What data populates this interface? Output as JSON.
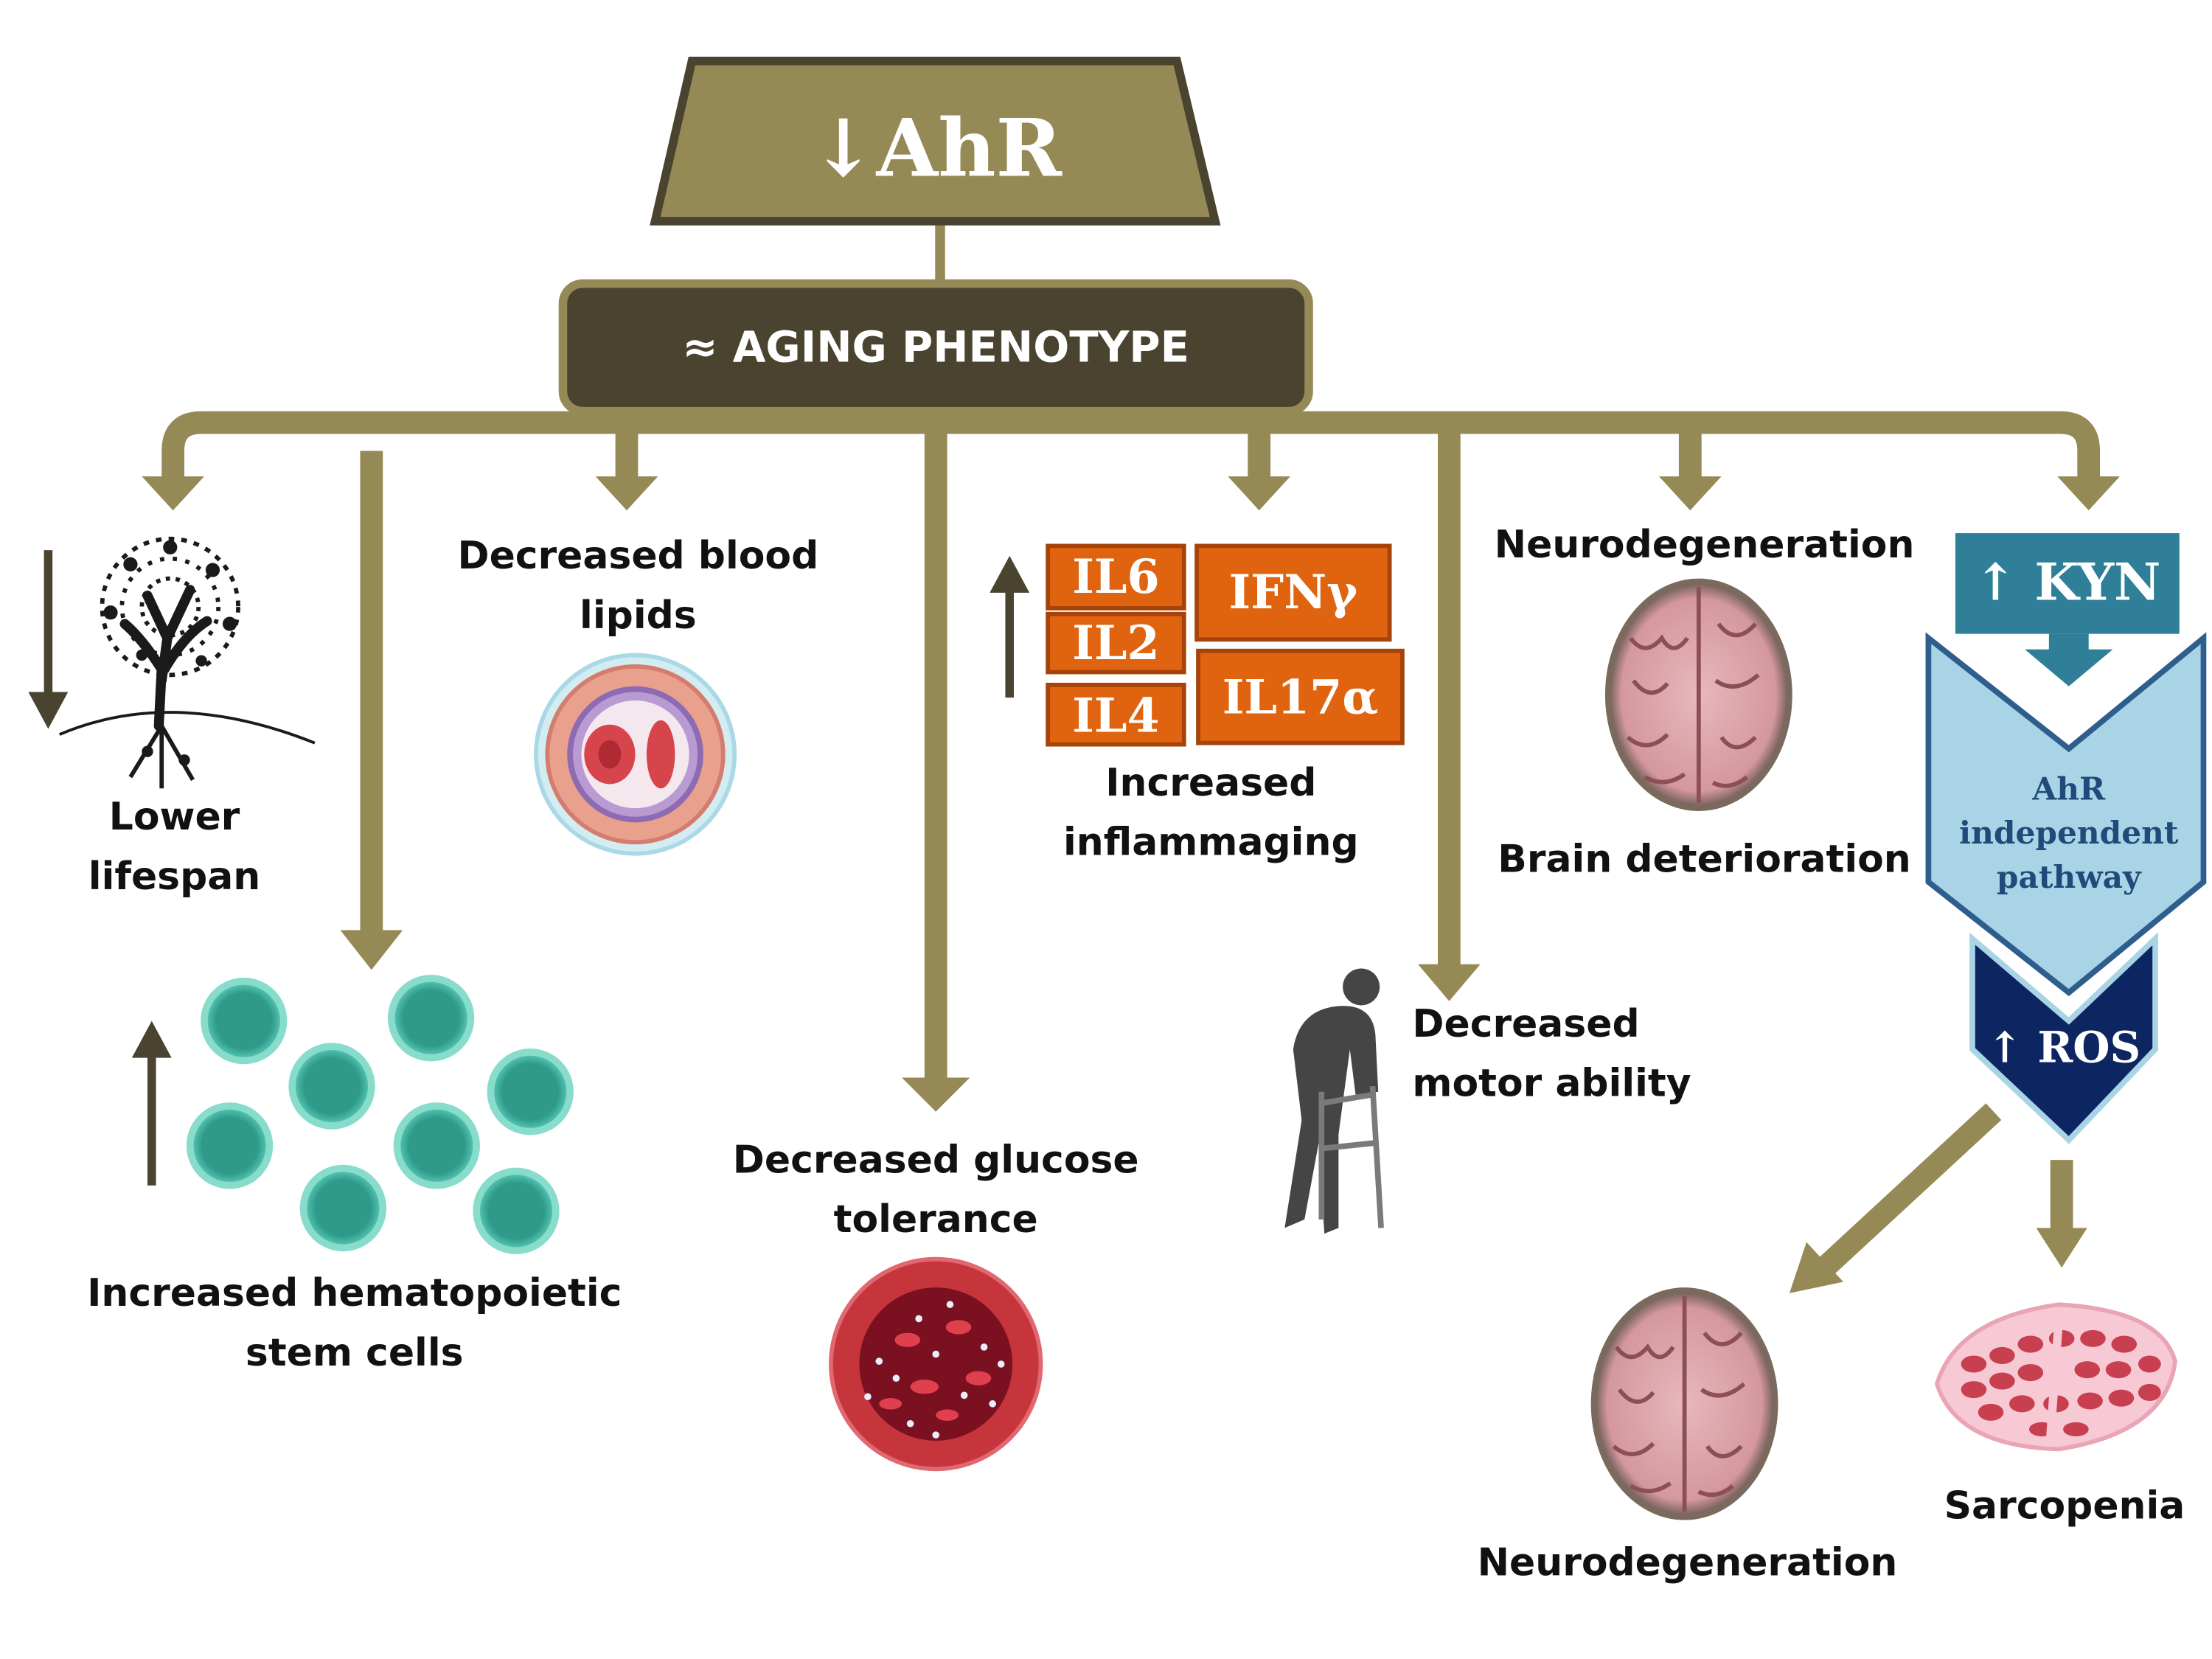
{
  "top": {
    "title": "↓AhR",
    "phenotype": "≈ AGING PHENOTYPE"
  },
  "effects": {
    "lifespan": "Lower\nlifespan",
    "hsc": "Increased hematopoietic\nstem cells",
    "lipids": "Decreased blood\nlipids",
    "glucose": "Decreased glucose\ntolerance",
    "inflamm": "Increased\ninflammaging",
    "motor": "Decreased\nmotor ability",
    "neuro_top": "Neurodegeneration",
    "brain": "Brain deterioration"
  },
  "cytokines": {
    "il6": "IL6",
    "il2": "IL2",
    "il4": "IL4",
    "ifng": "IFNγ",
    "il17": "IL17α"
  },
  "pathway": {
    "kyn": "↑ KYN",
    "independent": "AhR\nindependent\npathway",
    "ros": "↑ ROS",
    "neuro_bottom": "Neurodegeneration",
    "sarcopenia": "Sarcopenia"
  },
  "colors": {
    "olive": "#958a56",
    "dark": "#4a4330",
    "orange": "#e0640f",
    "teal": "#2e7f97",
    "lightblue": "#a9d4e6",
    "navy": "#0d2560",
    "cell": "#2f9a89"
  }
}
